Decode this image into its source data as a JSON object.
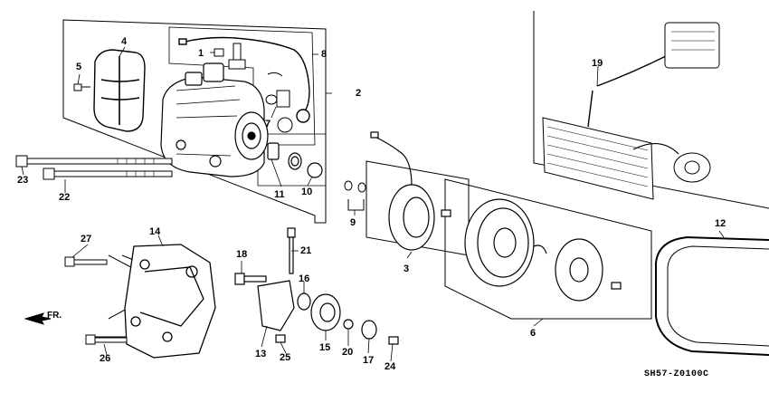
{
  "diagram_code": "SH57-Z0100C",
  "front_label": "FR.",
  "callouts": {
    "c1": "1",
    "c2": "2",
    "c3": "3",
    "c4": "4",
    "c5": "5",
    "c6": "6",
    "c7": "7",
    "c8": "8",
    "c9": "9",
    "c10": "10",
    "c11": "11",
    "c12": "12",
    "c13": "13",
    "c14": "14",
    "c15": "15",
    "c16": "16",
    "c17": "17",
    "c18": "18",
    "c19": "19",
    "c20": "20",
    "c21": "21",
    "c22": "22",
    "c23": "23",
    "c24": "24",
    "c25": "25",
    "c26": "26",
    "c27": "27"
  }
}
